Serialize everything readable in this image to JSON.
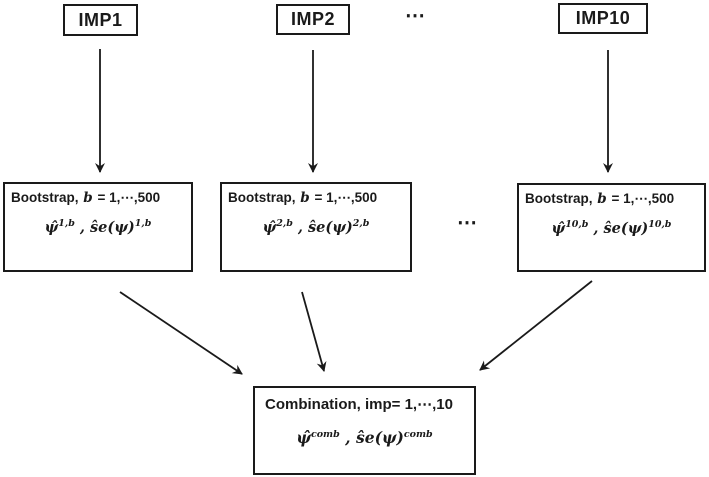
{
  "colors": {
    "ink": "#1a1a1a",
    "background": "#ffffff"
  },
  "imp_row": {
    "boxes": [
      {
        "label": "IMP1"
      },
      {
        "label": "IMP2"
      },
      {
        "label": "IMP10"
      }
    ],
    "ellipsis": "⋯"
  },
  "bootstrap_row": {
    "ellipsis": "⋯",
    "boxes": [
      {
        "header": [
          {
            "t": "Bootstrap, "
          },
          {
            "t": "b",
            "s": "it"
          },
          {
            "t": " = 1,⋯,500"
          }
        ],
        "formula": [
          {
            "t": "ψ̂"
          },
          {
            "t": "1,b",
            "s": "sup"
          },
          {
            "t": " , "
          },
          {
            "t": "ŝe"
          },
          {
            "t": "(ψ)"
          },
          {
            "t": "1,b",
            "s": "sup"
          }
        ]
      },
      {
        "header": [
          {
            "t": "Bootstrap, "
          },
          {
            "t": "b",
            "s": "it"
          },
          {
            "t": " = 1,⋯,500"
          }
        ],
        "formula": [
          {
            "t": "ψ̂"
          },
          {
            "t": "2,b",
            "s": "sup"
          },
          {
            "t": " , "
          },
          {
            "t": "ŝe"
          },
          {
            "t": "(ψ)"
          },
          {
            "t": "2,b",
            "s": "sup"
          }
        ]
      },
      {
        "header": [
          {
            "t": "Bootstrap, "
          },
          {
            "t": "b",
            "s": "it"
          },
          {
            "t": " = 1,⋯,500"
          }
        ],
        "formula": [
          {
            "t": "ψ̂"
          },
          {
            "t": "10,b",
            "s": "sup"
          },
          {
            "t": " , "
          },
          {
            "t": "ŝe"
          },
          {
            "t": "(ψ)"
          },
          {
            "t": "10,b",
            "s": "sup"
          }
        ]
      }
    ]
  },
  "combination": {
    "header": [
      {
        "t": "Combination, imp= 1,⋯,10"
      }
    ],
    "formula": [
      {
        "t": "ψ̂"
      },
      {
        "t": "comb",
        "s": "sup"
      },
      {
        "t": " , "
      },
      {
        "t": "ŝe"
      },
      {
        "t": "(ψ)"
      },
      {
        "t": "comb",
        "s": "sup"
      }
    ]
  }
}
